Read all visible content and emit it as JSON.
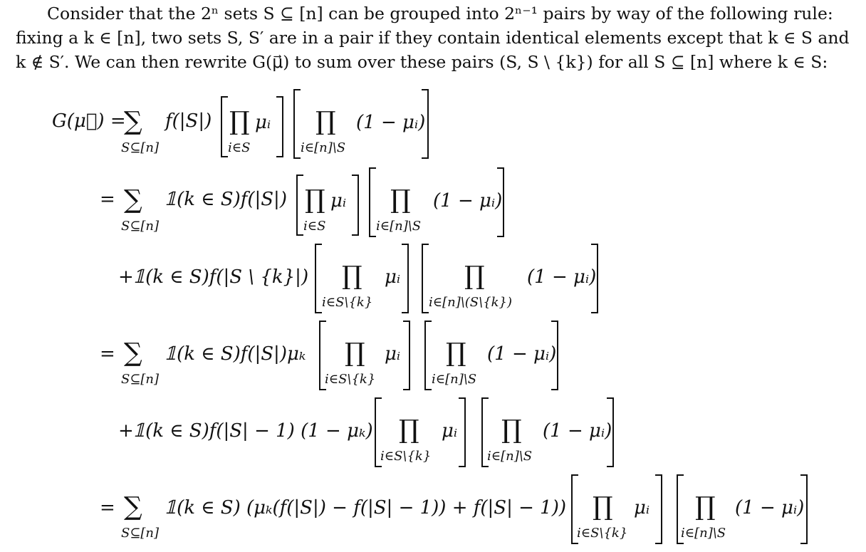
{
  "paragraph": {
    "line1": "Consider that the 2ⁿ sets S ⊆ [n] can be grouped into 2ⁿ⁻¹ pairs by way of the following rule:",
    "line2": "fixing a k ∈ [n], two sets S, S′ are in a pair if they contain identical elements except that k ∈ S and",
    "line3": "k ∉ S′. We can then rewrite G(μ⃗) to sum over these pairs (S, S \\ {k}) for all S ⊆ [n] where k ∈ S:"
  },
  "equations": {
    "lhs": "G(μ⃗) =",
    "eq_sign": "=",
    "plus": "+",
    "sum": "∑",
    "prod": "∏",
    "sub_S_subset_n": "S⊆[n]",
    "sub_i_in_S": "i∈S",
    "sub_i_in_n_minus_S": "i∈[n]\\S",
    "sub_i_in_S_minus_k": "i∈S\\{k}",
    "sub_i_in_n_minus_S_minus_k": "i∈[n]\\(S\\{k})",
    "mu_i": "μᵢ",
    "one_minus_mu_i": "(1 − μᵢ)",
    "row1_term": "f(|S|)",
    "row2_term": "𝟙(k ∈ S)f(|S|)",
    "row3_term": "𝟙(k ∈ S)f(|S \\ {k}|)",
    "row4_term": "𝟙(k ∈ S)f(|S|)μₖ",
    "row5_term": "𝟙(k ∈ S)f(|S| − 1) (1 − μₖ)",
    "row6_term": "𝟙(k ∈ S) (μₖ(f(|S|) − f(|S| − 1)) + f(|S| − 1))"
  }
}
